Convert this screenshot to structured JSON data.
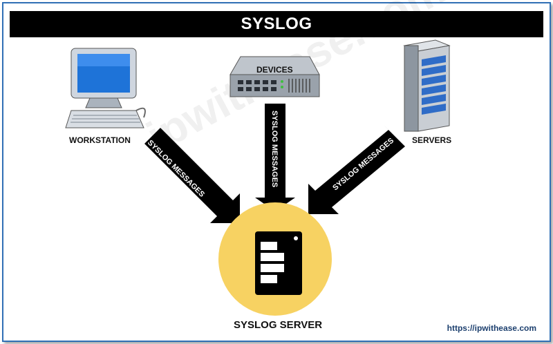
{
  "header": {
    "title": "SYSLOG"
  },
  "nodes": {
    "workstation": "WORKSTATION",
    "devices": "DEVICES",
    "servers": "SERVERS",
    "syslog_server": "SYSLOG SERVER"
  },
  "arrows": {
    "left": "SYSLOG MESSAGES",
    "middle": "SYSLOG MESSAGES",
    "right": "SYSLOG MESSAGES"
  },
  "footer": {
    "url": "https://ipwithease.com"
  },
  "watermark": "ipwithease.com",
  "colors": {
    "title_bg": "#000000",
    "server_circle": "#f7d262",
    "border": "#2f6fb5",
    "arrow": "#000000"
  }
}
